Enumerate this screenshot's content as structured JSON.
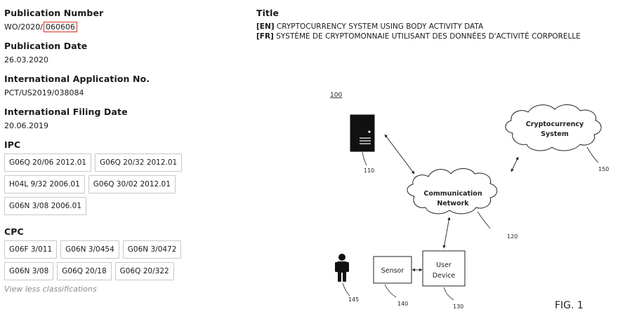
{
  "publication_number": {
    "label": "Publication Number",
    "prefix": "WO/2020/",
    "suffix": "060606"
  },
  "publication_date": {
    "label": "Publication Date",
    "value": "26.03.2020"
  },
  "application_no": {
    "label": "International Application No.",
    "value": "PCT/US2019/038084"
  },
  "filing_date": {
    "label": "International Filing Date",
    "value": "20.06.2019"
  },
  "ipc": {
    "label": "IPC",
    "codes": [
      "G06Q 20/06 2012.01",
      "G06Q 20/32 2012.01",
      "H04L 9/32 2006.01",
      "G06Q 30/02 2012.01",
      "G06N 3/08 2006.01"
    ]
  },
  "cpc": {
    "label": "CPC",
    "codes": [
      "G06F 3/011",
      "G06N 3/0454",
      "G06N 3/0472",
      "G06N 3/08",
      "G06Q 20/18",
      "G06Q 20/322"
    ]
  },
  "view_less": "View less classifications",
  "title": {
    "label": "Title",
    "en_tag": "[EN]",
    "en": "CRYPTOCURRENCY SYSTEM USING BODY ACTIVITY DATA",
    "fr_tag": "[FR]",
    "fr": "SYSTÈME DE CRYPTOMONNAIE UTILISANT DES DONNÉES D'ACTIVITÉ CORPORELLE"
  },
  "figure": {
    "ref_main": "100",
    "server_ref": "110",
    "network_line1": "Communication",
    "network_line2": "Network",
    "network_ref": "120",
    "crypto_line1": "Cryptocurrency",
    "crypto_line2": "System",
    "crypto_ref": "150",
    "sensor_label": "Sensor",
    "sensor_ref": "140",
    "device_line1": "User",
    "device_line2": "Device",
    "device_ref": "130",
    "person_ref": "145",
    "fig_label": "FIG. 1"
  }
}
